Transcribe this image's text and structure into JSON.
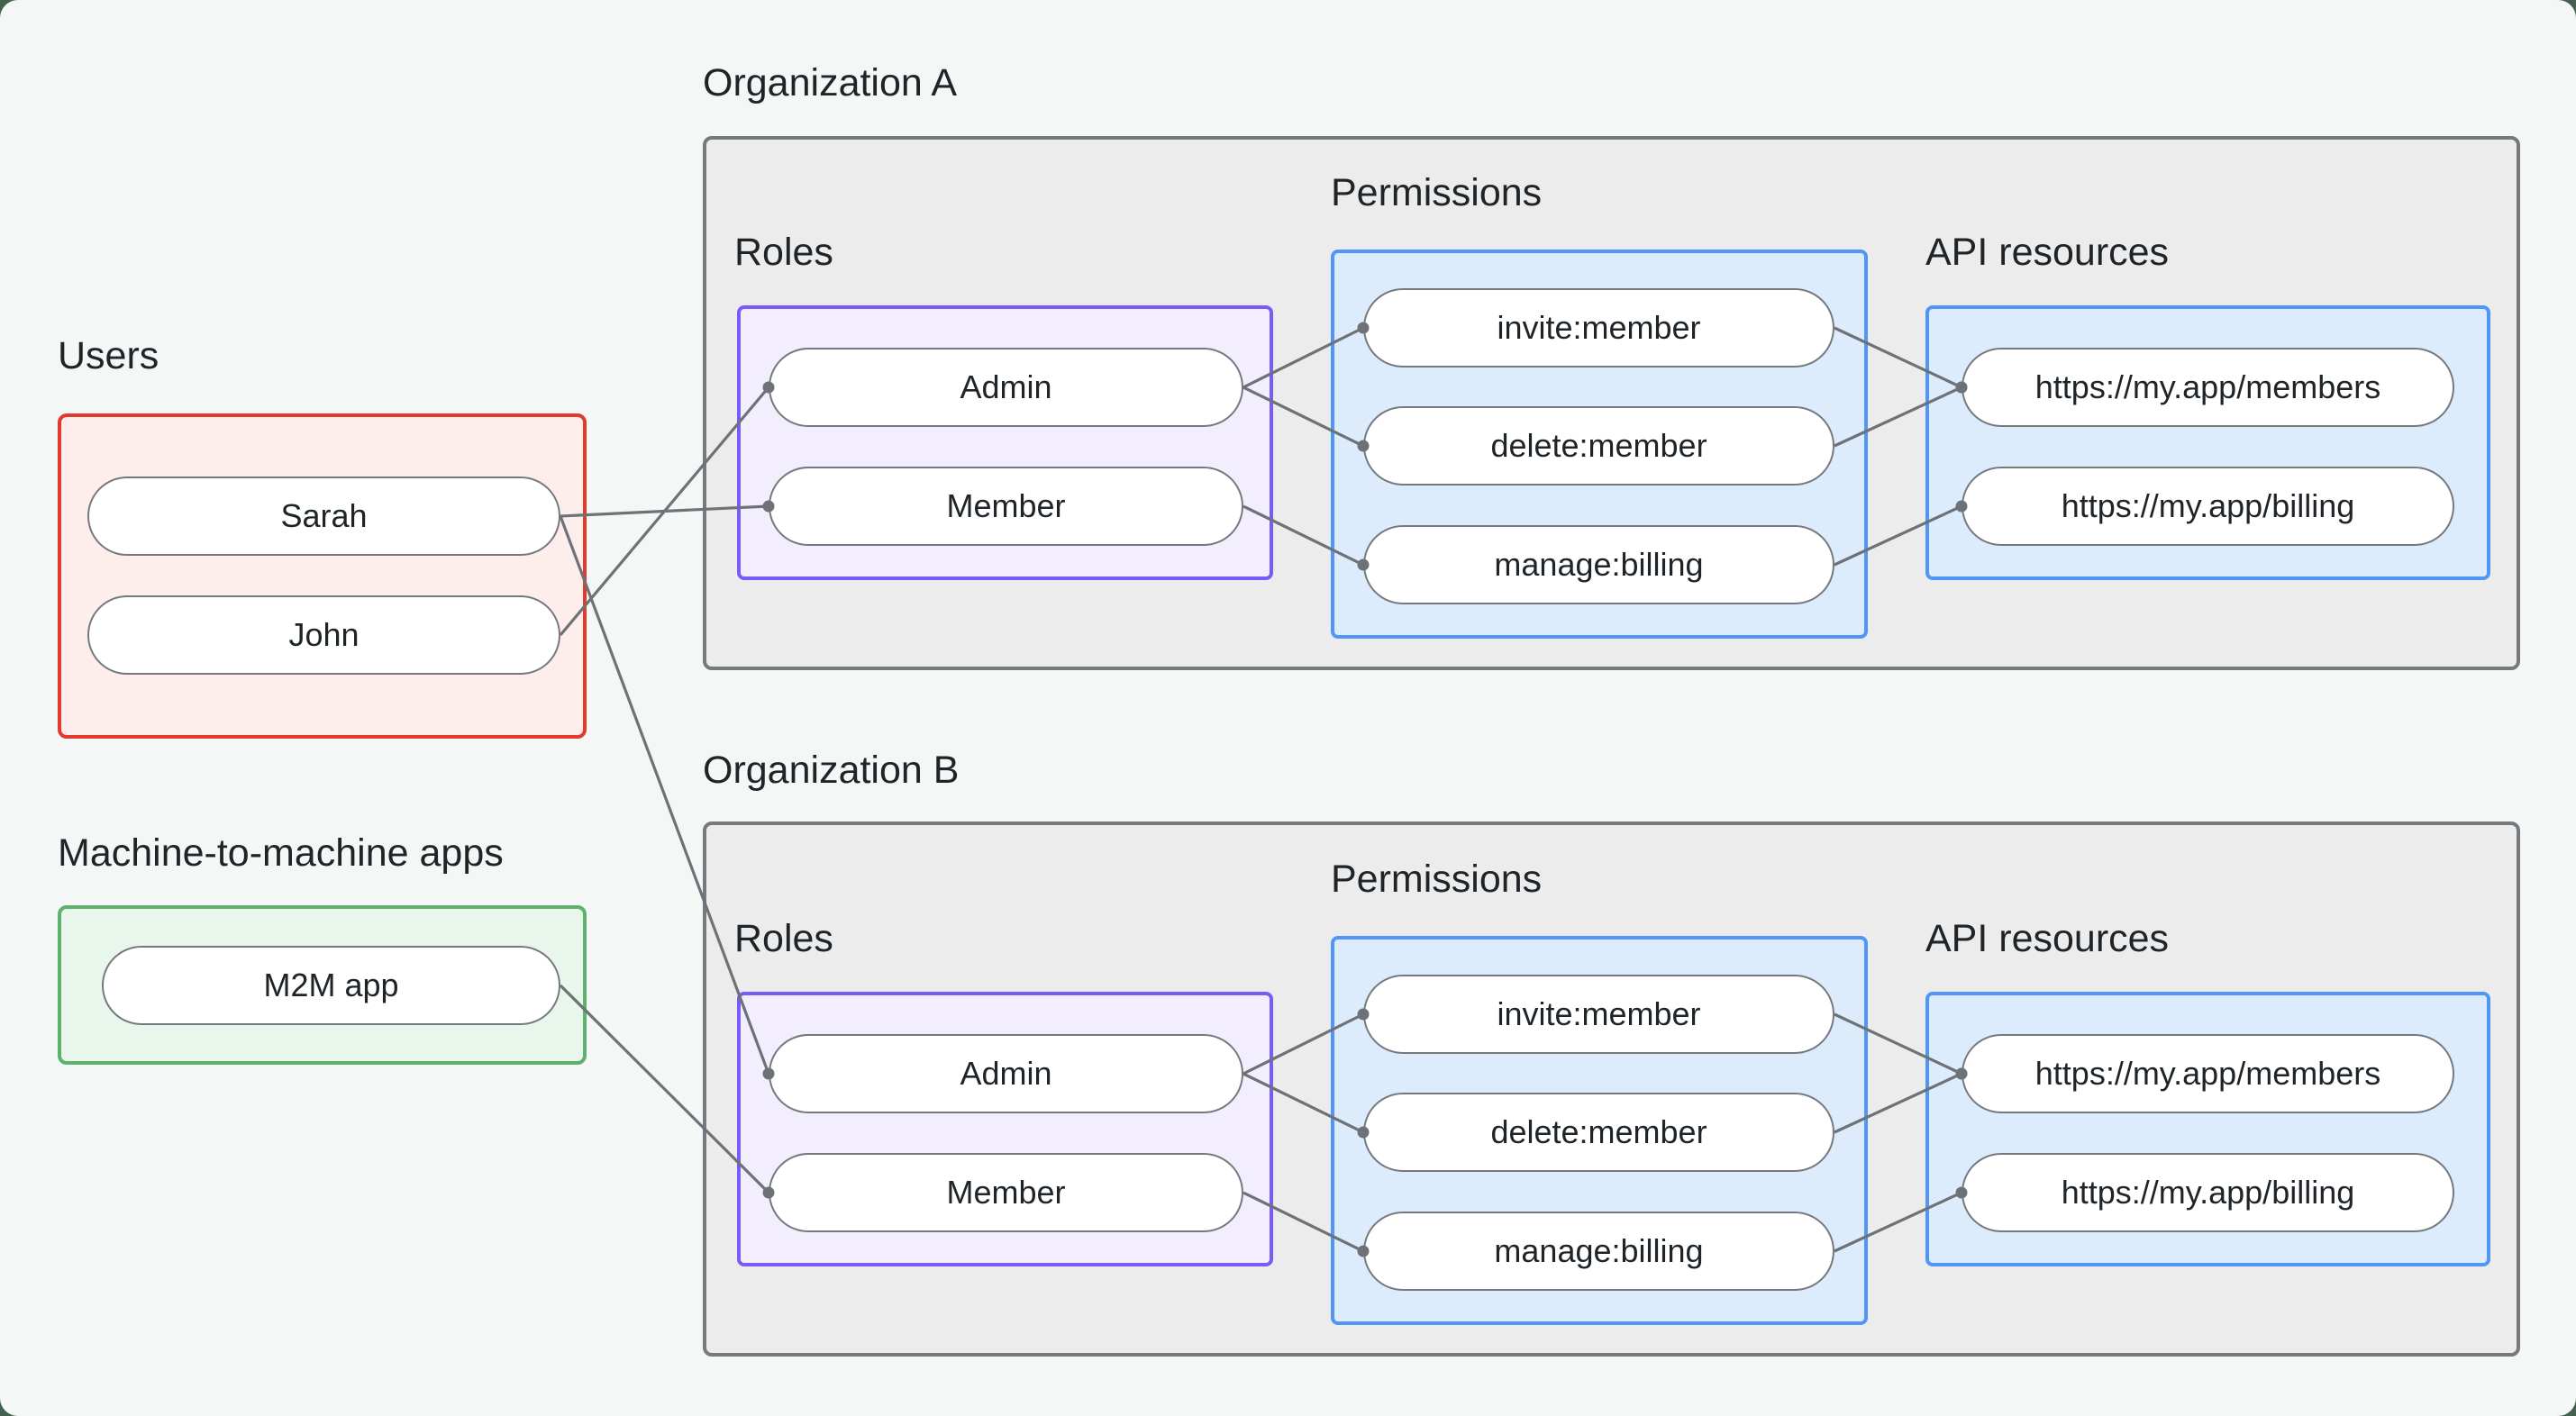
{
  "left_panel": {
    "users_group": {
      "label": "Users",
      "items": [
        {
          "id": "sarah",
          "label": "Sarah"
        },
        {
          "id": "john",
          "label": "John"
        }
      ]
    },
    "m2m_group": {
      "label": "Machine-to-machine apps",
      "items": [
        {
          "id": "m2m",
          "label": "M2M app"
        }
      ]
    }
  },
  "organizations": [
    {
      "title": "Organization A",
      "roles": {
        "label": "Roles",
        "items": [
          {
            "id": "a-admin",
            "label": "Admin"
          },
          {
            "id": "a-member",
            "label": "Member"
          }
        ]
      },
      "permissions": {
        "label": "Permissions",
        "items": [
          {
            "id": "a-invite",
            "label": "invite:member"
          },
          {
            "id": "a-delete",
            "label": "delete:member"
          },
          {
            "id": "a-manage",
            "label": "manage:billing"
          }
        ]
      },
      "api_resources": {
        "label": "API resources",
        "items": [
          {
            "id": "a-members",
            "label": "https://my.app/members"
          },
          {
            "id": "a-billing",
            "label": "https://my.app/billing"
          }
        ]
      }
    },
    {
      "title": "Organization B",
      "roles": {
        "label": "Roles",
        "items": [
          {
            "id": "b-admin",
            "label": "Admin"
          },
          {
            "id": "b-member",
            "label": "Member"
          }
        ]
      },
      "permissions": {
        "label": "Permissions",
        "items": [
          {
            "id": "b-invite",
            "label": "invite:member"
          },
          {
            "id": "b-delete",
            "label": "delete:member"
          },
          {
            "id": "b-manage",
            "label": "manage:billing"
          }
        ]
      },
      "api_resources": {
        "label": "API resources",
        "items": [
          {
            "id": "b-members",
            "label": "https://my.app/members"
          },
          {
            "id": "b-billing",
            "label": "https://my.app/billing"
          }
        ]
      }
    }
  ],
  "edges": [
    [
      "sarah",
      "a-member"
    ],
    [
      "john",
      "a-admin"
    ],
    [
      "sarah",
      "b-admin"
    ],
    [
      "m2m",
      "b-member"
    ],
    [
      "a-admin",
      "a-invite"
    ],
    [
      "a-admin",
      "a-delete"
    ],
    [
      "a-member",
      "a-manage"
    ],
    [
      "a-invite",
      "a-members"
    ],
    [
      "a-delete",
      "a-members"
    ],
    [
      "a-manage",
      "a-billing"
    ],
    [
      "b-admin",
      "b-invite"
    ],
    [
      "b-admin",
      "b-delete"
    ],
    [
      "b-member",
      "b-manage"
    ],
    [
      "b-invite",
      "b-members"
    ],
    [
      "b-delete",
      "b-members"
    ],
    [
      "b-manage",
      "b-billing"
    ]
  ],
  "style": {
    "line_width": 3.2,
    "dot_radius": 6.5
  },
  "colors": {
    "page-bg": "#f5f7f6",
    "frame-bg": "#44614f",
    "org-fill": "#ececec",
    "org-border": "#76797d",
    "pill-fill": "#ffffff",
    "pill-border": "#75797e",
    "line": "#6d7277",
    "text": "#1f2428",
    "users-border": "#e23a2d",
    "users-fill": "#fdedeb",
    "m2m-border": "#5cb26d",
    "m2m-fill": "#e9f6eb",
    "roles-border": "#7a5bf7",
    "roles-fill": "#f3eefe",
    "perm-border": "#4f96f7",
    "perm-fill": "#ddecfc"
  }
}
